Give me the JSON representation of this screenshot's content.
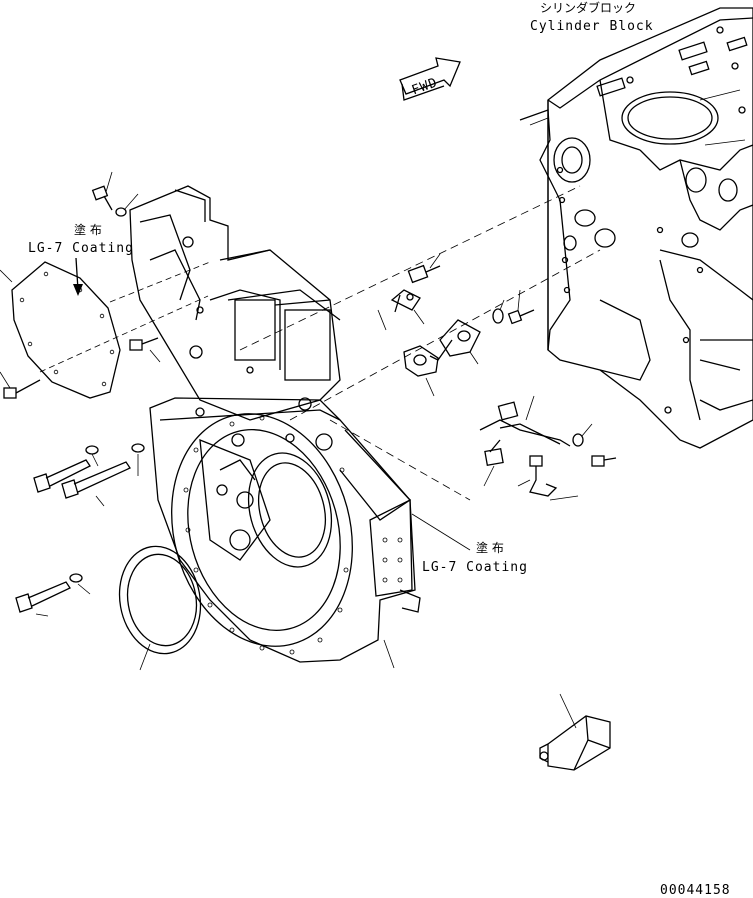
{
  "labels": {
    "cylinder_block_jp": "シリンダブロック",
    "cylinder_block_en": "Cylinder Block",
    "fwd": "FWD",
    "coating1_jp": "塗 布",
    "coating1_en": "LG-7 Coating",
    "coating2_jp": "塗 布",
    "coating2_en": "LG-7 Coating",
    "drawing_number": "00044158"
  }
}
